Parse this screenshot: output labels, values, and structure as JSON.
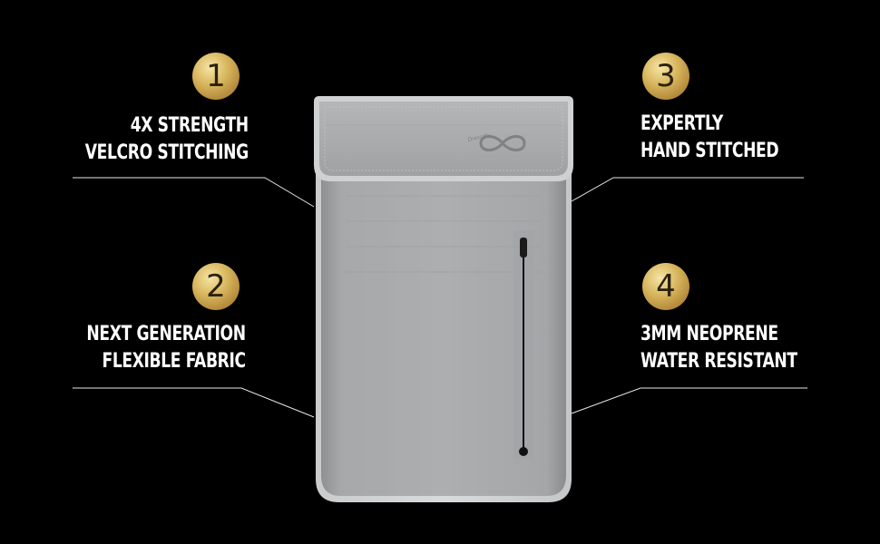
{
  "features": [
    {
      "number": "1",
      "line1": "4X STRENGTH",
      "line2": "VELCRO STITCHING"
    },
    {
      "number": "2",
      "line1": "NEXT GENERATION",
      "line2": "FLEXIBLE FABRIC"
    },
    {
      "number": "3",
      "line1": "EXPERTLY",
      "line2": "HAND STITCHED"
    },
    {
      "number": "4",
      "line1": "3MM NEOPRENE",
      "line2": "WATER RESISTANT"
    }
  ],
  "product": {
    "logo_text": "Dressdiy",
    "logo_icon": "infinity-icon"
  },
  "colors": {
    "background": "#000000",
    "pouch": "#a7a9ab",
    "badge_gold": "#d8b65e",
    "text": "#ffffff"
  }
}
